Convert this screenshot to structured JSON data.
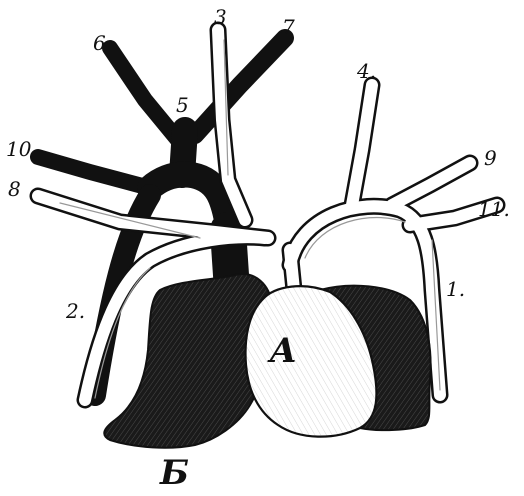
{
  "figure": {
    "labels": {
      "l1": "1.",
      "l2": "2.",
      "l3": "3",
      "l4": "4.",
      "l5": "5",
      "l6": "6",
      "l7": "7",
      "l8": "8",
      "l9": "9",
      "l10": "10",
      "l11": "11.",
      "A": "A",
      "B": "Б"
    },
    "colors": {
      "ink": "#111111",
      "paper": "#ffffff",
      "shade": "#c8c8c8"
    }
  }
}
